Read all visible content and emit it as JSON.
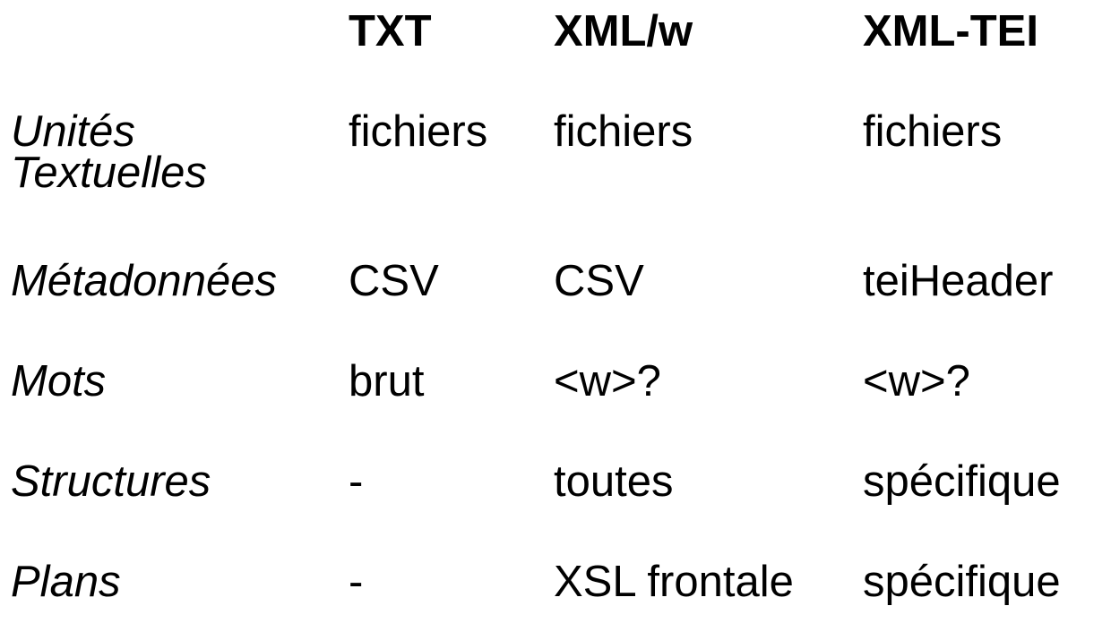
{
  "table": {
    "headers": [
      "TXT",
      "XML/w",
      "XML-TEI"
    ],
    "rows": [
      {
        "label": "Unités Textuelles",
        "cells": [
          "fichiers",
          "fichiers",
          "fichiers"
        ]
      },
      {
        "label": "Métadonnées",
        "cells": [
          "CSV",
          "CSV",
          "teiHeader"
        ]
      },
      {
        "label": "Mots",
        "cells": [
          "brut",
          "<w>?",
          "<w>?"
        ]
      },
      {
        "label": "Structures",
        "cells": [
          "-",
          "toutes",
          "spécifique"
        ]
      },
      {
        "label": "Plans",
        "cells": [
          "-",
          "XSL frontale",
          "spécifique"
        ]
      }
    ]
  }
}
